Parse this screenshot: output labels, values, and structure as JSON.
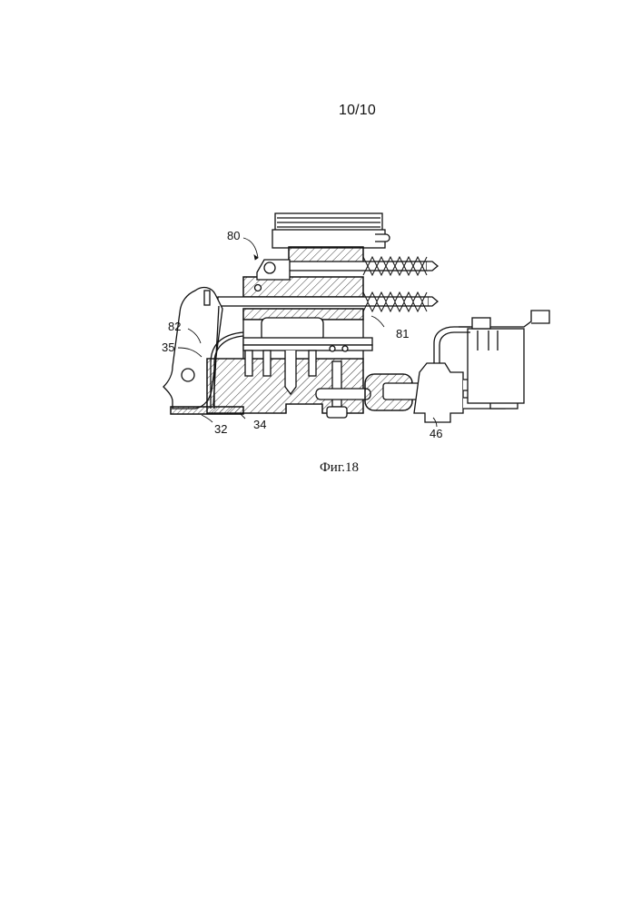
{
  "sheet": {
    "page_number": "10/10",
    "caption": "Фиг.18"
  },
  "reference_labels": {
    "label_80": "80",
    "label_82": "82",
    "label_35": "35",
    "label_81": "81",
    "label_32": "32",
    "label_34": "34",
    "label_46": "46"
  }
}
